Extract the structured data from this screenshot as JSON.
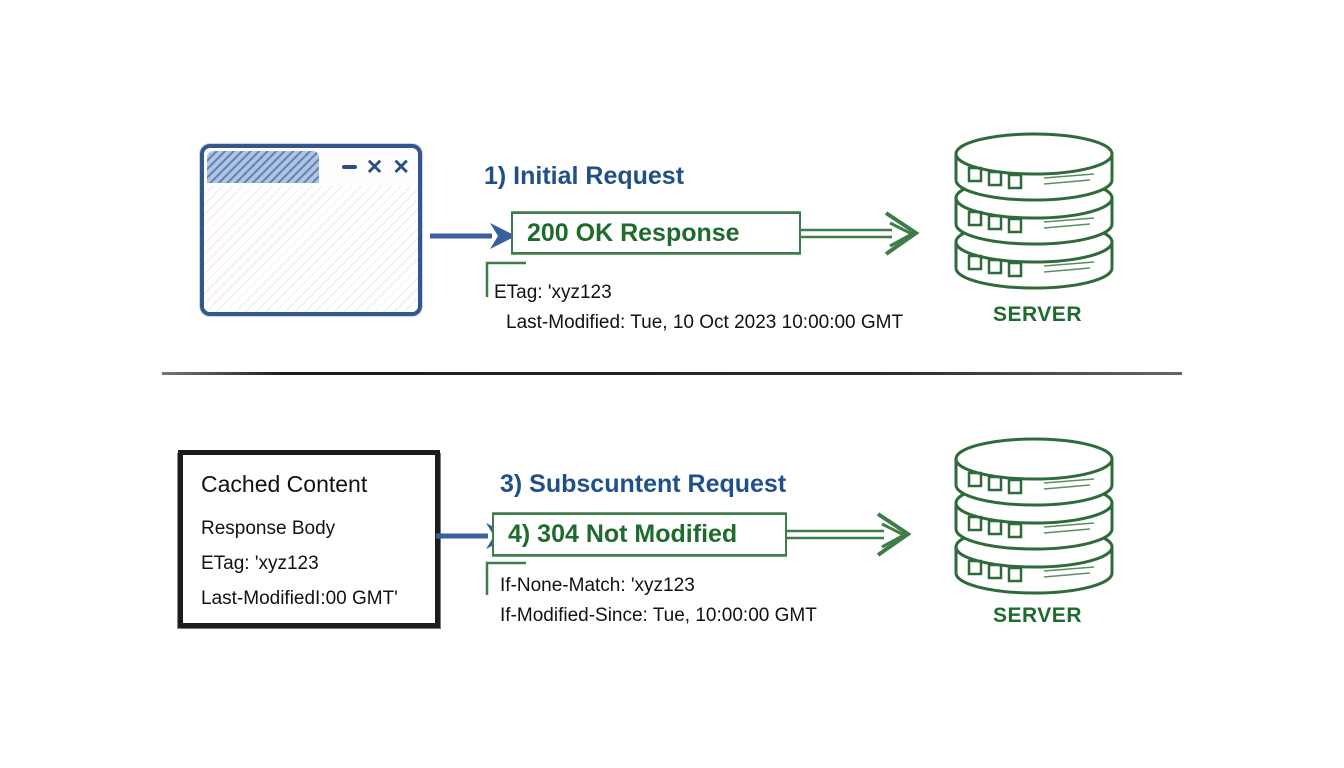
{
  "meta": {
    "colors": {
      "blue": "#1f5089",
      "browser_blue": "#33568f",
      "green": "#1f6b2e",
      "green_border": "#3f7c4a",
      "black": "#111111",
      "background": "#ffffff"
    }
  },
  "top": {
    "step_title": "1) Initial Request",
    "browser": {
      "minimize_label": "–",
      "maximize_label": "✕",
      "close_label": "✕"
    },
    "response_box": "200 OK Response",
    "headers": [
      "ETag: 'xyz123",
      "Last-Modified: Tue, 10 Oct 2023 10:00:00 GMT"
    ],
    "server_label": "SERVER"
  },
  "bottom": {
    "step_title": "3) Subscuntent Request",
    "cache_box": {
      "title": "Cached Content",
      "lines": [
        "Response Body",
        "ETag: 'xyz123",
        "Last-ModifiedI:00 GMT'"
      ]
    },
    "response_box": "4) 304 Not Modified",
    "headers": [
      "If-None-Match: 'xyz123",
      "If-Modified-Since: Tue, 10:00:00 GMT"
    ],
    "server_label": "SERVER"
  }
}
